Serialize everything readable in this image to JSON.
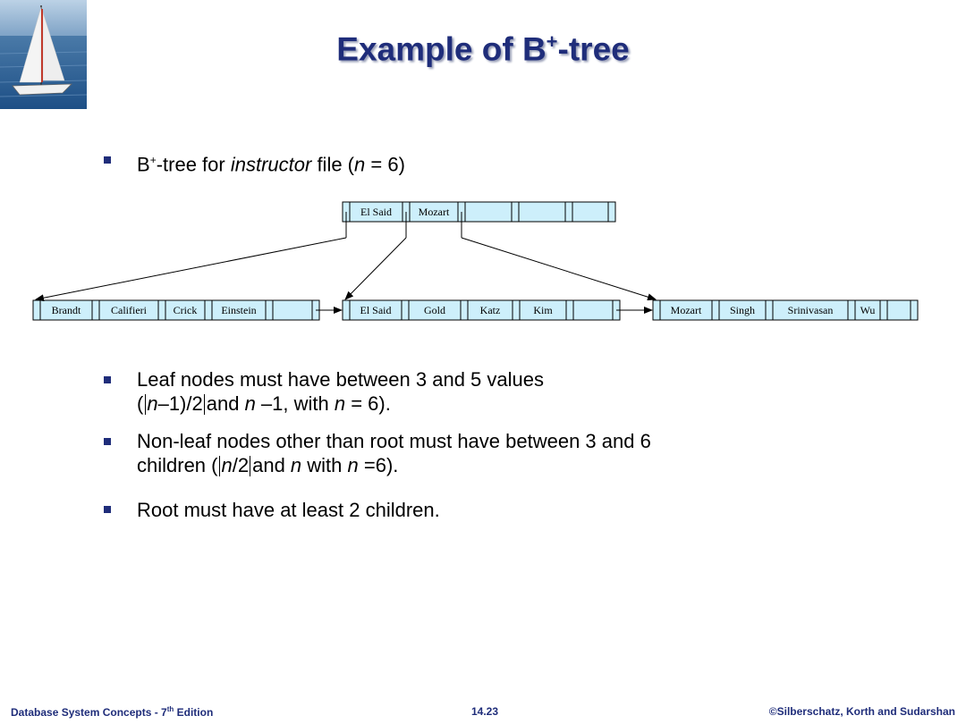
{
  "slide": {
    "title_main": "Example of B",
    "title_sup": "+",
    "title_end": "-tree"
  },
  "bullet1": {
    "pre": "B",
    "sup": "+",
    "mid": "-tree for ",
    "em": "instructor",
    "post1": " file (",
    "n": "n",
    "post2": " = 6)"
  },
  "bullets": [
    {
      "line1": "Leaf nodes must have between 3 and 5 values",
      "l2_a": "(",
      "l2_n": "n",
      "l2_b": "–1)/2",
      "l2_c": "and ",
      "l2_n2": "n",
      "l2_d": " –1, with ",
      "l2_n3": "n",
      "l2_e": " = 6)."
    },
    {
      "line1": "Non-leaf nodes other than root must have between 3 and 6",
      "l2_a": "children (",
      "l2_n": "n",
      "l2_b": "/2",
      "l2_c": "and ",
      "l2_n2": "n",
      "l2_d": " with ",
      "l2_n3": "n",
      "l2_e": " =6)."
    },
    {
      "line1": "Root must have at least 2 children."
    }
  ],
  "tree": {
    "fill_color": "#cdeffb",
    "root_keys": [
      "El Said",
      "Mozart",
      "",
      "",
      ""
    ],
    "leaves": [
      {
        "keys": [
          "Brandt",
          "Califieri",
          "Crick",
          "Einstein",
          ""
        ]
      },
      {
        "keys": [
          "El Said",
          "Gold",
          "Katz",
          "Kim",
          ""
        ]
      },
      {
        "keys": [
          "Mozart",
          "Singh",
          "Srinivasan",
          "Wu",
          ""
        ]
      }
    ]
  },
  "footer": {
    "left_pre": "Database System Concepts - 7",
    "left_sup": "th",
    "left_post": " Edition",
    "center": "14.23",
    "right": "©Silberschatz, Korth and Sudarshan"
  }
}
